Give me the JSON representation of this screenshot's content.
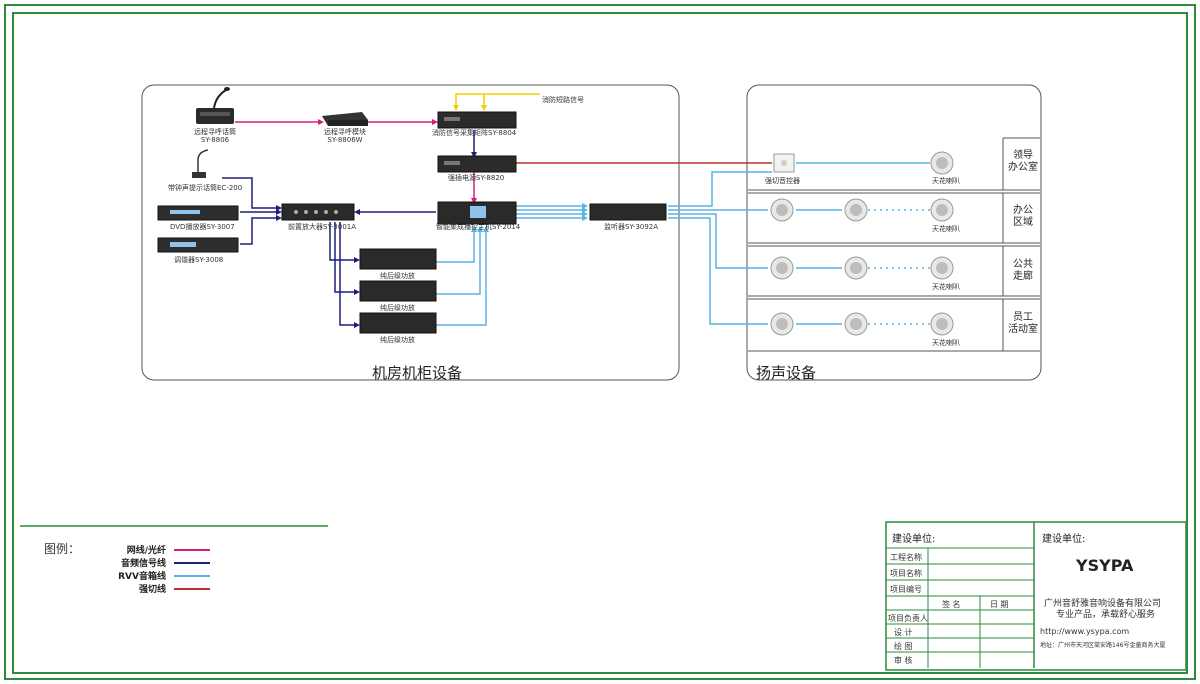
{
  "colors": {
    "network": "#d81b7a",
    "audio": "#1f1f7a",
    "rvv": "#5ab4e6",
    "power": "#c0302a",
    "frame": "#2e8b3a",
    "fire_signal": "#f4d000"
  },
  "devices": {
    "paging_mic": {
      "name": "远程寻呼话筒",
      "model": "SY-8806"
    },
    "paging_module": {
      "name": "远程寻呼模块",
      "model": "SY-8806W"
    },
    "fire_matrix": {
      "name": "消防信号采集矩阵SY-8804"
    },
    "fire_signal": {
      "name": "消防短路信号"
    },
    "power_seq": {
      "name": "强插电源SY-8820"
    },
    "chime_mic": {
      "name": "带钟声提示话筒EC-200"
    },
    "dvd": {
      "name": "DVD播放器SY-3007"
    },
    "tuner": {
      "name": "调谐器SY-3008"
    },
    "preamp": {
      "name": "前置放大器SY-3001A"
    },
    "host": {
      "name": "智能集成播控主机SY-2014"
    },
    "monitor": {
      "name": "监听器SY-3092A"
    },
    "amp1": {
      "name": "纯后级功放"
    },
    "amp2": {
      "name": "纯后级功放"
    },
    "amp3": {
      "name": "纯后级功放"
    },
    "controller": {
      "name": "强切音控器"
    }
  },
  "speaker_label": "天花喇叭",
  "zones": [
    {
      "name": "领导\n办公室"
    },
    {
      "name": "办公\n区域"
    },
    {
      "name": "公共\n走廊"
    },
    {
      "name": "员工\n活动室"
    }
  ],
  "section_titles": {
    "cabinet": "机房机柜设备",
    "speakers": "扬声设备"
  },
  "legend": {
    "title": "图例：",
    "items": [
      {
        "label": "网线/光纤",
        "color": "#d81b7a"
      },
      {
        "label": "音频信号线",
        "color": "#1f1f7a"
      },
      {
        "label": "RVV音箱线",
        "color": "#5ab4e6"
      },
      {
        "label": "强切线",
        "color": "#c0302a"
      }
    ]
  },
  "title_block": {
    "builder_label": "建设单位:",
    "builder_label2": "建设单位:",
    "project_name": "工程名称",
    "item_name": "项目名称",
    "item_no": "项目编号",
    "sign": "签  名",
    "date": "日  期",
    "lead": "项目负责人",
    "design": "设  计",
    "draw": "绘  图",
    "review": "审  核",
    "logo": "YSYPA",
    "company": "广州音舒雅音响设备有限公司",
    "slogan": "专业产品，承载舒心服务",
    "url": "http://www.ysypa.com",
    "address": "地址：广州市天河区棠安路146号金童商务大厦"
  }
}
